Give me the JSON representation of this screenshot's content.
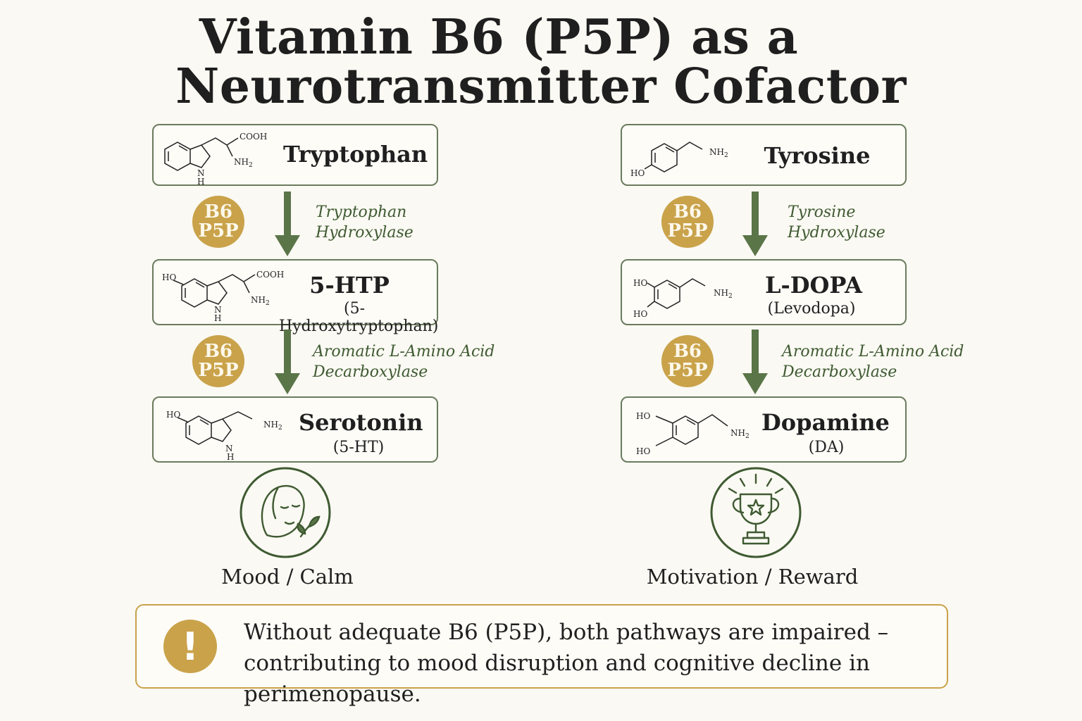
{
  "title": {
    "line1": "Vitamin B6 (P5P) as a",
    "line2": "Neurotransmitter Cofactor"
  },
  "badge": {
    "line1": "B6",
    "line2": "P5P"
  },
  "left_pathway": {
    "step1": {
      "name": "Tryptophan",
      "sub": ""
    },
    "enzyme1": {
      "line1": "Tryptophan",
      "line2": "Hydroxylase"
    },
    "step2": {
      "name": "5-HTP",
      "sub": "(5-Hydroxytryptophan)"
    },
    "enzyme2": {
      "line1": "Aromatic L-Amino Acid",
      "line2": "Decarboxylase"
    },
    "step3": {
      "name": "Serotonin",
      "sub": "(5-HT)"
    },
    "outcome": "Mood / Calm"
  },
  "right_pathway": {
    "step1": {
      "name": "Tyrosine",
      "sub": ""
    },
    "enzyme1": {
      "line1": "Tyrosine",
      "line2": "Hydroxylase"
    },
    "step2": {
      "name": "L-DOPA",
      "sub": "(Levodopa)"
    },
    "enzyme2": {
      "line1": "Aromatic L-Amino Acid",
      "line2": "Decarboxylase"
    },
    "step3": {
      "name": "Dopamine",
      "sub": "(DA)"
    },
    "outcome": "Motivation / Reward"
  },
  "chem_labels": {
    "cooh": "COOH",
    "nh2": "NH",
    "sub2": "2",
    "h": "H",
    "n": "N",
    "ho": "HO"
  },
  "note": {
    "icon": "exclamation-icon",
    "symbol": "!",
    "line1": "Without adequate B6 (P5P), both pathways are impaired –",
    "line2": "contributing to mood disruption and cognitive decline in perimenopause."
  },
  "colors": {
    "gold": "#c9a24a",
    "green": "#5a7548",
    "box_border": "#6b7b5e",
    "background": "#faf9f3"
  }
}
